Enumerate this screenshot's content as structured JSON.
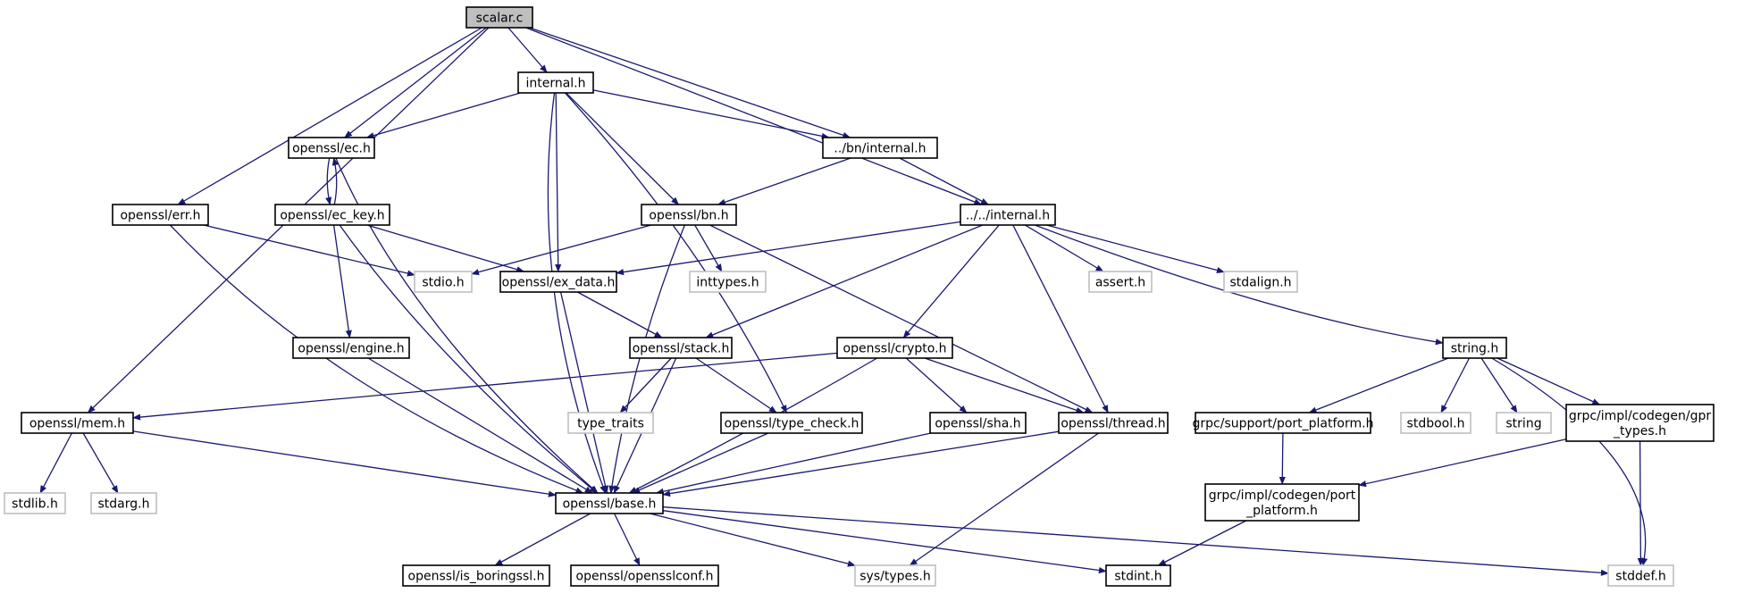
{
  "graph": {
    "colors": {
      "edge": "#191970",
      "node_border": "#000000",
      "external_border": "#bfbfbf",
      "root_fill": "#bfbfbf",
      "text": "#000000"
    },
    "nodes": [
      {
        "id": "scalar_c",
        "lines": [
          "scalar.c"
        ],
        "kind": "root"
      },
      {
        "id": "internal_h",
        "lines": [
          "internal.h"
        ],
        "kind": "file"
      },
      {
        "id": "openssl_ec_h",
        "lines": [
          "openssl/ec.h"
        ],
        "kind": "file"
      },
      {
        "id": "bn_internal_h",
        "lines": [
          "../bn/internal.h"
        ],
        "kind": "file"
      },
      {
        "id": "openssl_err_h",
        "lines": [
          "openssl/err.h"
        ],
        "kind": "file"
      },
      {
        "id": "openssl_ec_key_h",
        "lines": [
          "openssl/ec_key.h"
        ],
        "kind": "file"
      },
      {
        "id": "openssl_bn_h",
        "lines": [
          "openssl/bn.h"
        ],
        "kind": "file"
      },
      {
        "id": "up_internal_h",
        "lines": [
          "../../internal.h"
        ],
        "kind": "file"
      },
      {
        "id": "stdio_h",
        "lines": [
          "stdio.h"
        ],
        "kind": "external"
      },
      {
        "id": "openssl_ex_data_h",
        "lines": [
          "openssl/ex_data.h"
        ],
        "kind": "file"
      },
      {
        "id": "inttypes_h",
        "lines": [
          "inttypes.h"
        ],
        "kind": "external"
      },
      {
        "id": "assert_h",
        "lines": [
          "assert.h"
        ],
        "kind": "external"
      },
      {
        "id": "stdalign_h",
        "lines": [
          "stdalign.h"
        ],
        "kind": "external"
      },
      {
        "id": "openssl_engine_h",
        "lines": [
          "openssl/engine.h"
        ],
        "kind": "file"
      },
      {
        "id": "openssl_stack_h",
        "lines": [
          "openssl/stack.h"
        ],
        "kind": "file"
      },
      {
        "id": "openssl_crypto_h",
        "lines": [
          "openssl/crypto.h"
        ],
        "kind": "file"
      },
      {
        "id": "string_h",
        "lines": [
          "string.h"
        ],
        "kind": "file"
      },
      {
        "id": "openssl_mem_h",
        "lines": [
          "openssl/mem.h"
        ],
        "kind": "file"
      },
      {
        "id": "type_traits",
        "lines": [
          "type_traits"
        ],
        "kind": "external"
      },
      {
        "id": "openssl_type_check_h",
        "lines": [
          "openssl/type_check.h"
        ],
        "kind": "file"
      },
      {
        "id": "openssl_sha_h",
        "lines": [
          "openssl/sha.h"
        ],
        "kind": "file"
      },
      {
        "id": "openssl_thread_h",
        "lines": [
          "openssl/thread.h"
        ],
        "kind": "file"
      },
      {
        "id": "grpc_support_port_platform_h",
        "lines": [
          "grpc/support/port_platform.h"
        ],
        "kind": "file"
      },
      {
        "id": "stdbool_h",
        "lines": [
          "stdbool.h"
        ],
        "kind": "external"
      },
      {
        "id": "string",
        "lines": [
          "string"
        ],
        "kind": "external"
      },
      {
        "id": "grpc_gpr_types_h",
        "lines": [
          "grpc/impl/codegen/gpr",
          "_types.h"
        ],
        "kind": "file"
      },
      {
        "id": "stdlib_h",
        "lines": [
          "stdlib.h"
        ],
        "kind": "external"
      },
      {
        "id": "stdarg_h",
        "lines": [
          "stdarg.h"
        ],
        "kind": "external"
      },
      {
        "id": "openssl_base_h",
        "lines": [
          "openssl/base.h"
        ],
        "kind": "file"
      },
      {
        "id": "grpc_port_platform_h",
        "lines": [
          "grpc/impl/codegen/port",
          "_platform.h"
        ],
        "kind": "file"
      },
      {
        "id": "openssl_is_boringssl_h",
        "lines": [
          "openssl/is_boringssl.h"
        ],
        "kind": "file"
      },
      {
        "id": "openssl_opensslconf_h",
        "lines": [
          "openssl/opensslconf.h"
        ],
        "kind": "file"
      },
      {
        "id": "sys_types_h",
        "lines": [
          "sys/types.h"
        ],
        "kind": "external"
      },
      {
        "id": "stdint_h",
        "lines": [
          "stdint.h"
        ],
        "kind": "file"
      },
      {
        "id": "stddef_h",
        "lines": [
          "stddef.h"
        ],
        "kind": "external"
      }
    ],
    "edges": [
      [
        "scalar_c",
        "internal_h"
      ],
      [
        "scalar_c",
        "openssl_ec_h"
      ],
      [
        "scalar_c",
        "bn_internal_h"
      ],
      [
        "scalar_c",
        "openssl_err_h"
      ],
      [
        "scalar_c",
        "up_internal_h"
      ],
      [
        "scalar_c",
        "openssl_mem_h"
      ],
      [
        "internal_h",
        "openssl_ec_h"
      ],
      [
        "internal_h",
        "bn_internal_h"
      ],
      [
        "internal_h",
        "openssl_bn_h"
      ],
      [
        "internal_h",
        "openssl_ex_data_h"
      ],
      [
        "internal_h",
        "openssl_type_check_h"
      ],
      [
        "internal_h",
        "openssl_base_h"
      ],
      [
        "openssl_ec_h",
        "openssl_ec_key_h"
      ],
      [
        "openssl_ec_key_h",
        "openssl_ec_h"
      ],
      [
        "openssl_ec_h",
        "openssl_base_h"
      ],
      [
        "bn_internal_h",
        "openssl_bn_h"
      ],
      [
        "bn_internal_h",
        "up_internal_h"
      ],
      [
        "openssl_err_h",
        "stdio_h"
      ],
      [
        "openssl_err_h",
        "openssl_base_h"
      ],
      [
        "openssl_ec_key_h",
        "openssl_ex_data_h"
      ],
      [
        "openssl_ec_key_h",
        "openssl_engine_h"
      ],
      [
        "openssl_ec_key_h",
        "openssl_base_h"
      ],
      [
        "openssl_bn_h",
        "stdio_h"
      ],
      [
        "openssl_bn_h",
        "inttypes_h"
      ],
      [
        "openssl_bn_h",
        "openssl_thread_h"
      ],
      [
        "openssl_bn_h",
        "openssl_base_h"
      ],
      [
        "up_internal_h",
        "openssl_ex_data_h"
      ],
      [
        "up_internal_h",
        "assert_h"
      ],
      [
        "up_internal_h",
        "stdalign_h"
      ],
      [
        "up_internal_h",
        "string_h"
      ],
      [
        "up_internal_h",
        "openssl_stack_h"
      ],
      [
        "up_internal_h",
        "openssl_crypto_h"
      ],
      [
        "up_internal_h",
        "openssl_thread_h"
      ],
      [
        "openssl_ex_data_h",
        "openssl_stack_h"
      ],
      [
        "openssl_ex_data_h",
        "openssl_base_h"
      ],
      [
        "openssl_engine_h",
        "openssl_base_h"
      ],
      [
        "openssl_stack_h",
        "type_traits"
      ],
      [
        "openssl_stack_h",
        "openssl_type_check_h"
      ],
      [
        "openssl_stack_h",
        "openssl_base_h"
      ],
      [
        "openssl_crypto_h",
        "openssl_mem_h"
      ],
      [
        "openssl_crypto_h",
        "openssl_sha_h"
      ],
      [
        "openssl_crypto_h",
        "openssl_thread_h"
      ],
      [
        "openssl_crypto_h",
        "openssl_base_h"
      ],
      [
        "string_h",
        "grpc_support_port_platform_h"
      ],
      [
        "string_h",
        "stdbool_h"
      ],
      [
        "string_h",
        "string"
      ],
      [
        "string_h",
        "grpc_gpr_types_h"
      ],
      [
        "string_h",
        "stddef_h"
      ],
      [
        "openssl_mem_h",
        "stdlib_h"
      ],
      [
        "openssl_mem_h",
        "stdarg_h"
      ],
      [
        "openssl_mem_h",
        "openssl_base_h"
      ],
      [
        "openssl_type_check_h",
        "openssl_base_h"
      ],
      [
        "openssl_sha_h",
        "openssl_base_h"
      ],
      [
        "openssl_thread_h",
        "openssl_base_h"
      ],
      [
        "openssl_thread_h",
        "sys_types_h"
      ],
      [
        "grpc_support_port_platform_h",
        "grpc_port_platform_h"
      ],
      [
        "grpc_gpr_types_h",
        "grpc_port_platform_h"
      ],
      [
        "grpc_gpr_types_h",
        "stddef_h"
      ],
      [
        "grpc_port_platform_h",
        "stdint_h"
      ],
      [
        "openssl_base_h",
        "openssl_is_boringssl_h"
      ],
      [
        "openssl_base_h",
        "openssl_opensslconf_h"
      ],
      [
        "openssl_base_h",
        "sys_types_h"
      ],
      [
        "openssl_base_h",
        "stdint_h"
      ],
      [
        "openssl_base_h",
        "stddef_h"
      ]
    ]
  }
}
